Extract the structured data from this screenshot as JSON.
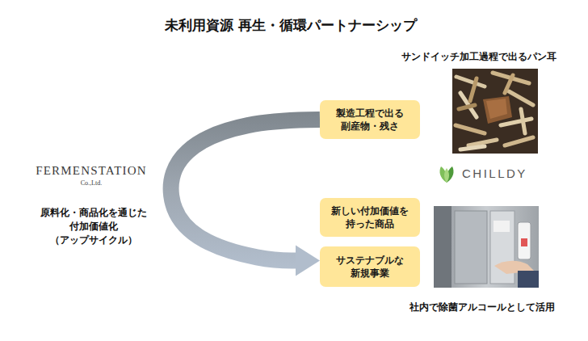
{
  "diagram": {
    "title": "未利用資源 再生・循環パートナーシップ",
    "nodes": [
      {
        "text": [
          "製造工程で出る 副産物・残さ"
        ]
      },
      {
        "text": [
          "新しい付加価値を 持った商品"
        ]
      },
      {
        "text": [
          "サステナブルな 新規事業"
        ]
      }
    ],
    "edges": [
      {
        "from": 0,
        "to": 2,
        "arrow": "to"
      }
    ],
    "labels": [
      "FERMENSTATION",
      "Co.,Ltd.",
      "原料化・商品化を通じた 付加価値化 （アップサイクル）",
      "サンドイッチ加工過程で出るパン耳",
      "CHILLDY",
      "社内で除菌アルコールとして活用"
    ]
  }
}
